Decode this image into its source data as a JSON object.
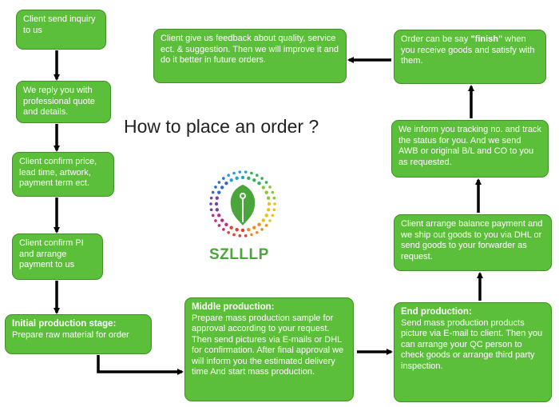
{
  "heading": "How to place an order ?",
  "logo": {
    "text": "SZLLLP"
  },
  "boxes": {
    "inquiry": "Client send inquiry to us",
    "reply": "We reply you with professional quote and details.",
    "confirm_price": "Client confirm price, lead time, artwork, payment term ect.",
    "confirm_pi": "Client confirm PI and arrange payment to us",
    "initial": {
      "title": "Initial production stage:",
      "text": "Prepare raw material for order"
    },
    "middle": {
      "title": "Middle production:",
      "text": "Prepare mass production sample for approval according to your request. Then send pictures via E-mails or DHL for confirmation. After final approval we will inform you the estimated delivery time And start mass production."
    },
    "end": {
      "title": "End production:",
      "text": "Send mass production products picture via E-mail to client. Then you can arrange your QC person to check goods or arrange third party inspection."
    },
    "balance": "Client arrange balance payment and we ship out goods to you via DHL or send goods to your forwarder as request.",
    "tracking": "We inform you tracking no. and track the status for you. And we send AWB or original B/L and CO to you as requested.",
    "finish": {
      "before": "Order can be say ",
      "quoted": "\"finish\"",
      "after": " when you receive goods and satisfy with them."
    },
    "feedback": "Client give us feedback about quality, service ect. & suggestion. Then we will improve it and do it better in future orders."
  },
  "colors": {
    "box_fill": "#5cbf3a",
    "box_border": "#3f8f26",
    "arrow": "#000000",
    "logo": "#4aa63a"
  }
}
